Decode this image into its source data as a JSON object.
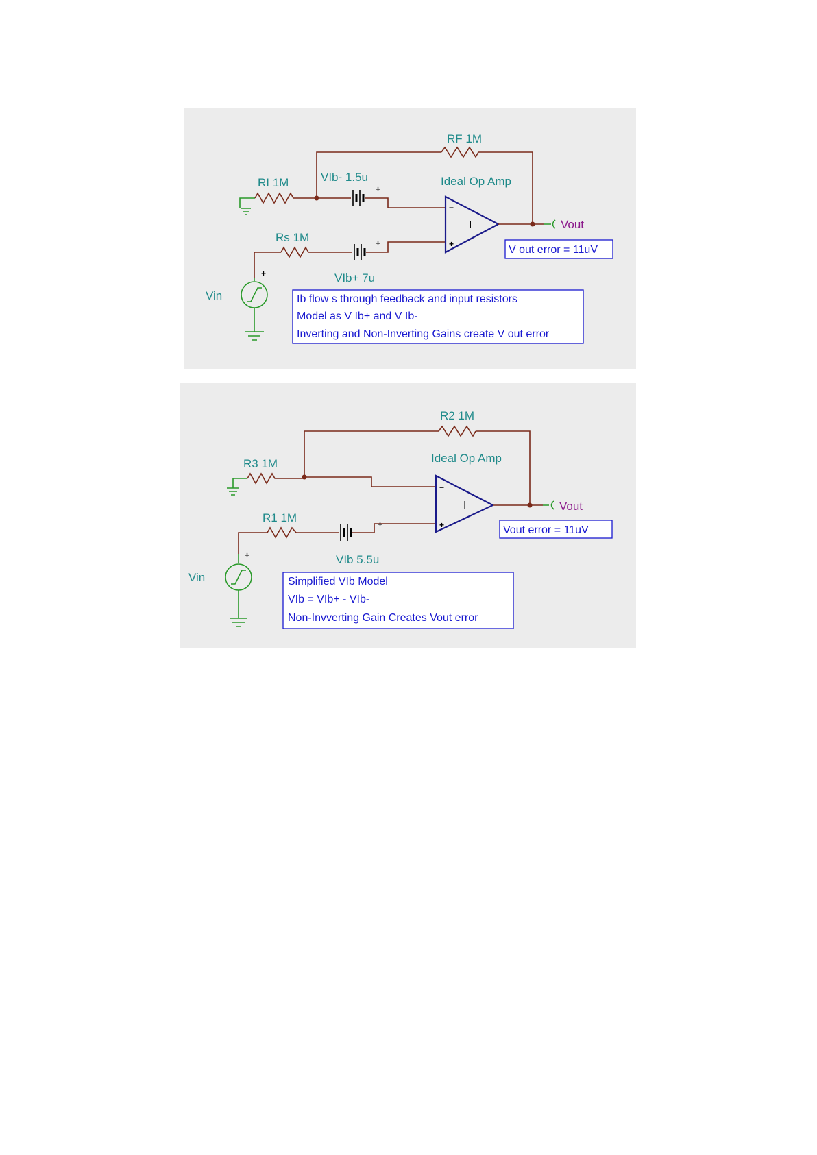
{
  "diagram1": {
    "rf_label": "RF 1M",
    "ri_label": "RI 1M",
    "rs_label": "Rs 1M",
    "vib_minus_label": "VIb- 1.5u",
    "vib_plus_label": "VIb+ 7u",
    "amp_label": "Ideal Op Amp",
    "amp_symbol": "I",
    "vout_label": "Vout",
    "vin_label": "Vin",
    "error_text": "V out error = 11uV",
    "note_lines": [
      "Ib flow s through feedback and input resistors",
      "Model as V Ib+ and V Ib-",
      "Inverting and Non-Inverting Gains create V out error"
    ]
  },
  "diagram2": {
    "r2_label": "R2 1M",
    "r3_label": "R3 1M",
    "r1_label": "R1 1M",
    "vib_label": "VIb 5.5u",
    "amp_label": "Ideal Op Amp",
    "amp_symbol": "I",
    "vout_label": "Vout",
    "vin_label": "Vin",
    "error_text": "Vout error = 11uV",
    "note_lines": [
      "Simplified VIb Model",
      "VIb = VIb+ - VIb-",
      "Non-Invverting Gain Creates Vout error"
    ]
  },
  "colors": {
    "panel": "#ececec",
    "wire": "#7a2a1a",
    "ground": "#2a9a2a",
    "opamp": "#1a1a8a",
    "label": "#1f8a8a",
    "note": "#1a1ad0",
    "vout": "#8b1a8b"
  }
}
